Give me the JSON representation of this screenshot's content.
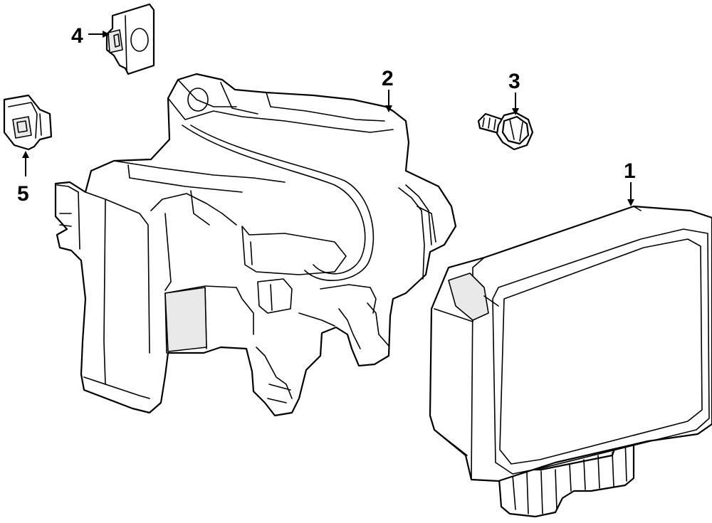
{
  "callouts": [
    {
      "label": "1",
      "part": "control-module"
    },
    {
      "label": "2",
      "part": "mounting-bracket"
    },
    {
      "label": "3",
      "part": "bolt"
    },
    {
      "label": "4",
      "part": "retainer-clip"
    },
    {
      "label": "5",
      "part": "nut-clip"
    }
  ],
  "colors": {
    "line": "#000000",
    "background": "#ffffff"
  }
}
